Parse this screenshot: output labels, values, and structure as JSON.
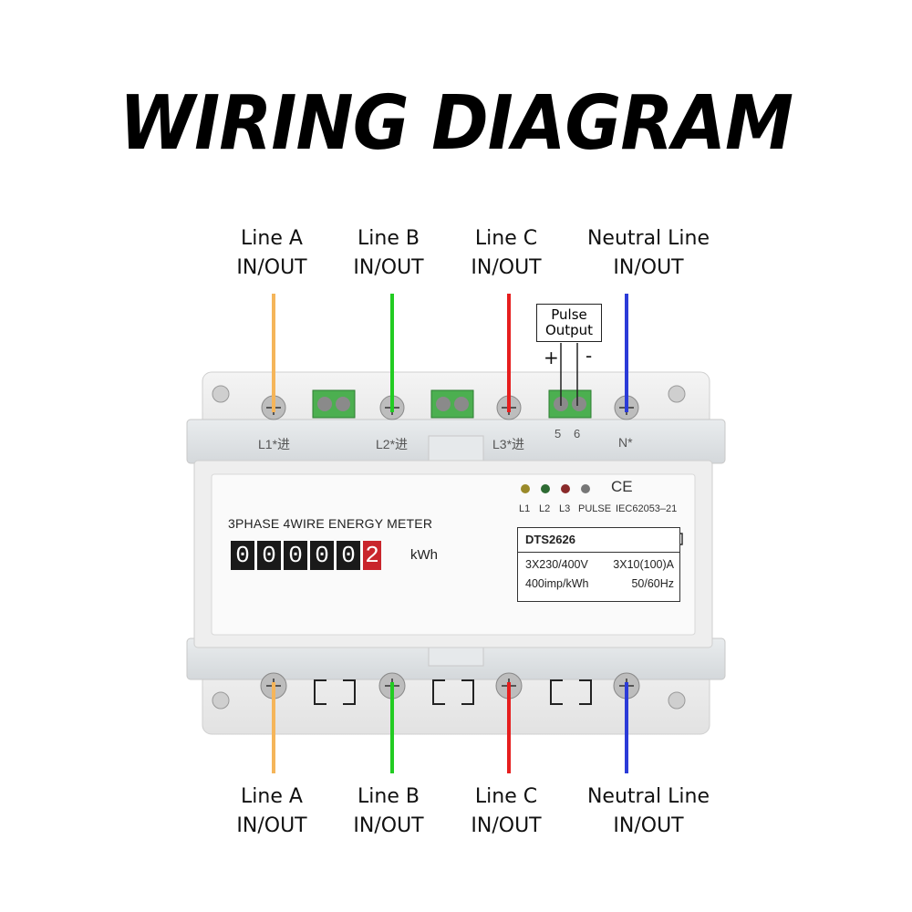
{
  "title": "WIRING DIAGRAM",
  "top_labels": [
    {
      "name": "Line A",
      "io": "IN/OUT",
      "color": "#f5b55a"
    },
    {
      "name": "Line B",
      "io": "IN/OUT",
      "color": "#22cc22"
    },
    {
      "name": "Line C",
      "io": "IN/OUT",
      "color": "#e61e1e"
    },
    {
      "name": "Neutral Line",
      "io": "IN/OUT",
      "color": "#2b3bd8"
    }
  ],
  "bottom_labels": [
    {
      "name": "Line A",
      "io": "IN/OUT"
    },
    {
      "name": "Line B",
      "io": "IN/OUT"
    },
    {
      "name": "Line C",
      "io": "IN/OUT"
    },
    {
      "name": "Neutral Line",
      "io": "IN/OUT"
    }
  ],
  "pulse": {
    "line1": "Pulse",
    "line2": "Output",
    "plus": "+",
    "minus": "-",
    "t5": "5",
    "t6": "6"
  },
  "terminals_top": [
    "L1*进",
    "L2*进",
    "L3*进",
    "N*"
  ],
  "meter": {
    "title": "3PHASE 4WIRE ENERGY METER",
    "digits": [
      "0",
      "0",
      "0",
      "0",
      "0",
      "2"
    ],
    "unit": "kWh",
    "leds": [
      "L1",
      "L2",
      "L3",
      "PULSE"
    ],
    "ce": "CE",
    "standard": "IEC62053–21",
    "model": "DTS2626",
    "voltage": "3X230/400V",
    "current": "3X10(100)A",
    "imp": "400imp/kWh",
    "freq": "50/60Hz"
  }
}
